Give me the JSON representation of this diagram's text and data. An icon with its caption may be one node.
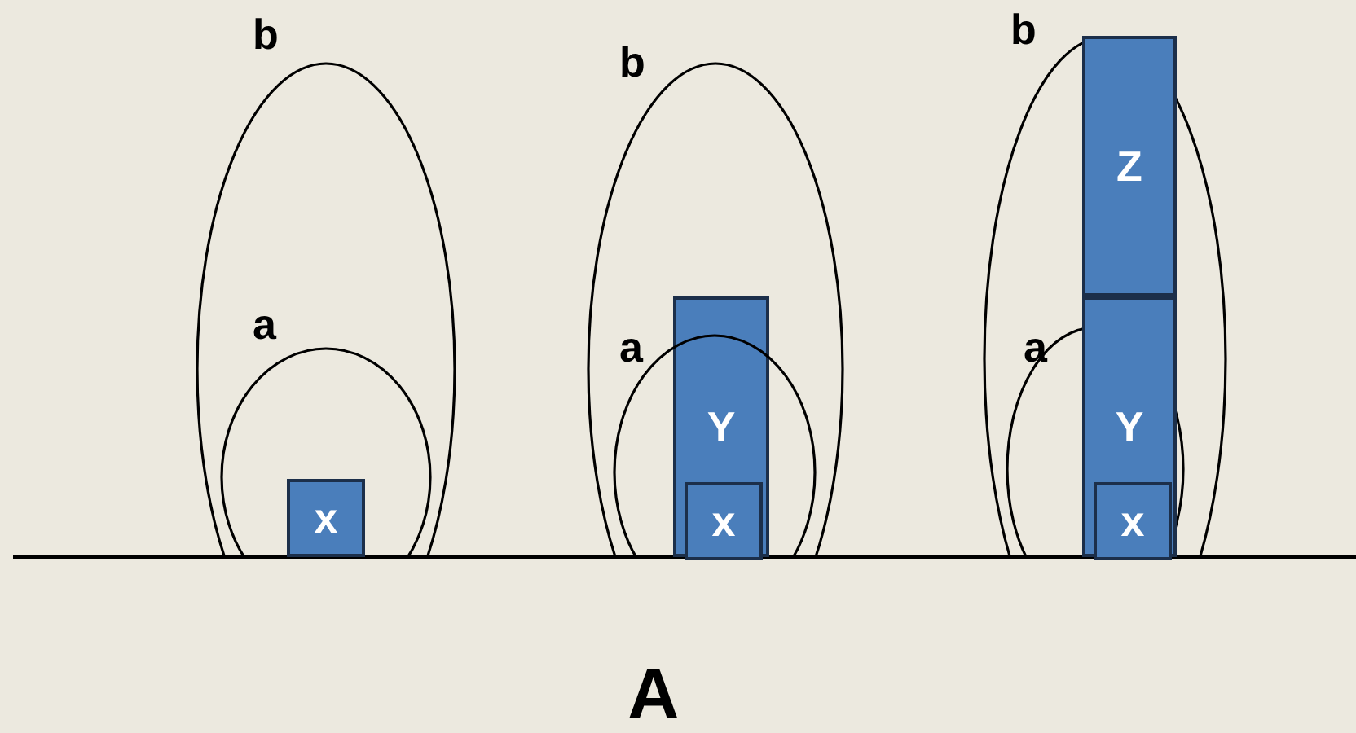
{
  "diagram": {
    "nodes": [
      {
        "text": [
          "b"
        ]
      },
      {
        "text": [
          "a"
        ],
        "in": 0
      },
      {
        "text": [
          "x"
        ],
        "in": 1
      },
      {
        "text": [
          "b"
        ]
      },
      {
        "text": [
          "a"
        ],
        "in": 3
      },
      {
        "text": [
          "Y"
        ],
        "in": 3
      },
      {
        "text": [
          "x"
        ],
        "in": 5
      },
      {
        "text": [
          "b"
        ]
      },
      {
        "text": [
          "a"
        ],
        "in": 7
      },
      {
        "text": [
          "Z"
        ],
        "in": 7
      },
      {
        "text": [
          "Y"
        ],
        "in": 7
      },
      {
        "text": [
          "x"
        ],
        "in": 10
      }
    ],
    "edges": [],
    "labels": [
      "A"
    ]
  }
}
